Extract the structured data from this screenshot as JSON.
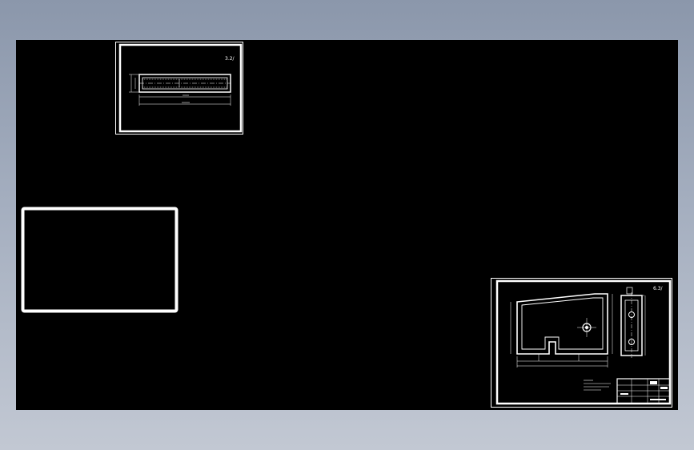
{
  "viewport": {
    "background": "#000000",
    "stroke": "#ffffff"
  },
  "sheets": [
    {
      "id": "sheet-top-left",
      "roughness_mark": "3.2/"
    },
    {
      "id": "sheet-blank"
    },
    {
      "id": "sheet-bottom-right",
      "roughness_mark": "6.3/"
    }
  ]
}
